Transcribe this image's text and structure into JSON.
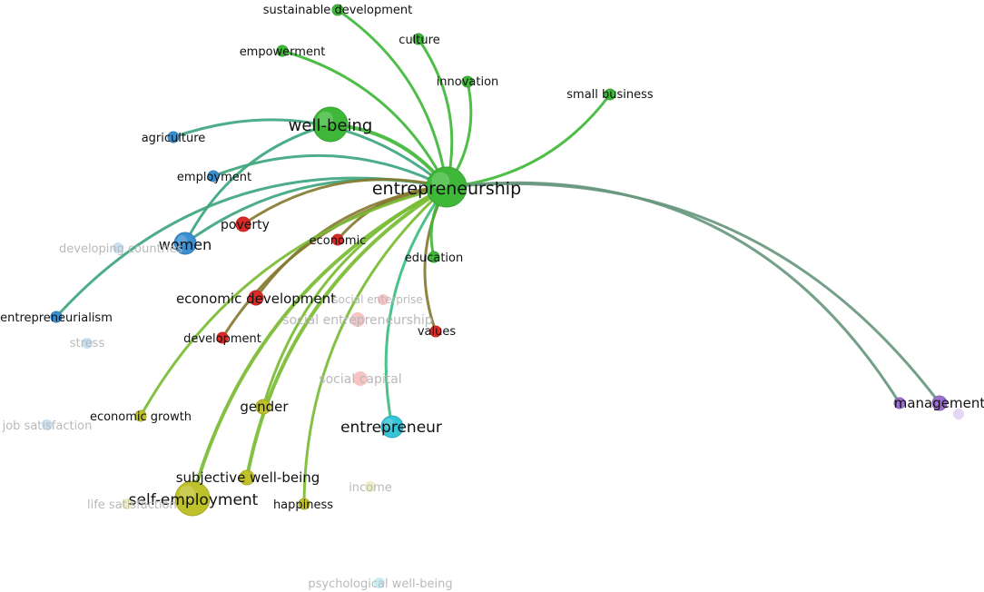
{
  "network": {
    "nodes": [
      {
        "id": "sustainable development",
        "label": "sustainable development",
        "cluster": "green",
        "weight": 1,
        "faded": false
      },
      {
        "id": "culture",
        "label": "culture",
        "cluster": "green",
        "weight": 1,
        "faded": false
      },
      {
        "id": "empowerment",
        "label": "empowerment",
        "cluster": "green",
        "weight": 1,
        "faded": false
      },
      {
        "id": "innovation",
        "label": "innovation",
        "cluster": "green",
        "weight": 1,
        "faded": false
      },
      {
        "id": "small business",
        "label": "small business",
        "cluster": "green",
        "weight": 1,
        "faded": false
      },
      {
        "id": "well-being",
        "label": "well-being",
        "cluster": "green",
        "weight": 4,
        "faded": false
      },
      {
        "id": "entrepreneurship",
        "label": "entrepreneurship",
        "cluster": "green",
        "weight": 5,
        "faded": false
      },
      {
        "id": "education",
        "label": "education",
        "cluster": "green",
        "weight": 1,
        "faded": false
      },
      {
        "id": "agriculture",
        "label": "agriculture",
        "cluster": "blue",
        "weight": 1,
        "faded": false
      },
      {
        "id": "employment",
        "label": "employment",
        "cluster": "blue",
        "weight": 1,
        "faded": false
      },
      {
        "id": "women",
        "label": "women",
        "cluster": "blue",
        "weight": 3,
        "faded": false
      },
      {
        "id": "entrepreneurialism",
        "label": "entrepreneurialism",
        "cluster": "blue",
        "weight": 1,
        "faded": false
      },
      {
        "id": "developing countries",
        "label": "developing countries",
        "cluster": "blue",
        "weight": 1,
        "faded": true
      },
      {
        "id": "stress",
        "label": "stress",
        "cluster": "blue",
        "weight": 1,
        "faded": true
      },
      {
        "id": "job satisfaction",
        "label": "job satisfaction",
        "cluster": "blue",
        "weight": 1,
        "faded": true
      },
      {
        "id": "poverty",
        "label": "poverty",
        "cluster": "red",
        "weight": 2,
        "faded": false
      },
      {
        "id": "economic",
        "label": "economic",
        "cluster": "red",
        "weight": 1,
        "faded": false
      },
      {
        "id": "economic development",
        "label": "economic development",
        "cluster": "red",
        "weight": 2,
        "faded": false
      },
      {
        "id": "development",
        "label": "development",
        "cluster": "red",
        "weight": 1,
        "faded": false
      },
      {
        "id": "values",
        "label": "values",
        "cluster": "red",
        "weight": 1,
        "faded": false
      },
      {
        "id": "social enterprise",
        "label": "social enterprise",
        "cluster": "red",
        "weight": 1,
        "faded": true
      },
      {
        "id": "social entrepreneurship",
        "label": "social entrepreneurship",
        "cluster": "red",
        "weight": 2,
        "faded": true
      },
      {
        "id": "social capital",
        "label": "social capital",
        "cluster": "red",
        "weight": 2,
        "faded": true
      },
      {
        "id": "gender",
        "label": "gender",
        "cluster": "yellow",
        "weight": 2,
        "faded": false
      },
      {
        "id": "economic growth",
        "label": "economic growth",
        "cluster": "yellow",
        "weight": 1,
        "faded": false
      },
      {
        "id": "subjective well-being",
        "label": "subjective well-being",
        "cluster": "yellow",
        "weight": 2,
        "faded": false
      },
      {
        "id": "self-employment",
        "label": "self-employment",
        "cluster": "yellow",
        "weight": 4,
        "faded": false
      },
      {
        "id": "happiness",
        "label": "happiness",
        "cluster": "yellow",
        "weight": 1,
        "faded": false
      },
      {
        "id": "life satisfaction",
        "label": "life satisfaction",
        "cluster": "yellow",
        "weight": 1,
        "faded": true
      },
      {
        "id": "income",
        "label": "income",
        "cluster": "yellow",
        "weight": 1,
        "faded": true
      },
      {
        "id": "entrepreneur",
        "label": "entrepreneur",
        "cluster": "cyan",
        "weight": 3,
        "faded": false
      },
      {
        "id": "psychological well-being",
        "label": "psychological well-being",
        "cluster": "cyan",
        "weight": 1,
        "faded": true
      },
      {
        "id": "management",
        "label": "management",
        "cluster": "purple",
        "weight": 2,
        "faded": false
      },
      {
        "id": "management-b",
        "label": "",
        "cluster": "purple",
        "weight": 1,
        "faded": false
      },
      {
        "id": "management-c",
        "label": "",
        "cluster": "purple",
        "weight": 1,
        "faded": true
      }
    ],
    "links": [
      {
        "source": "entrepreneurship",
        "target": "sustainable development",
        "strength": 3
      },
      {
        "source": "entrepreneurship",
        "target": "culture",
        "strength": 3
      },
      {
        "source": "entrepreneurship",
        "target": "empowerment",
        "strength": 3
      },
      {
        "source": "entrepreneurship",
        "target": "innovation",
        "strength": 3
      },
      {
        "source": "entrepreneurship",
        "target": "small business",
        "strength": 3
      },
      {
        "source": "entrepreneurship",
        "target": "well-being",
        "strength": 4
      },
      {
        "source": "entrepreneurship",
        "target": "agriculture",
        "strength": 3
      },
      {
        "source": "entrepreneurship",
        "target": "employment",
        "strength": 3
      },
      {
        "source": "entrepreneurship",
        "target": "women",
        "strength": 3
      },
      {
        "source": "entrepreneurship",
        "target": "entrepreneurialism",
        "strength": 3
      },
      {
        "source": "entrepreneurship",
        "target": "poverty",
        "strength": 3
      },
      {
        "source": "entrepreneurship",
        "target": "economic",
        "strength": 3
      },
      {
        "source": "entrepreneurship",
        "target": "economic development",
        "strength": 3
      },
      {
        "source": "entrepreneurship",
        "target": "development",
        "strength": 3
      },
      {
        "source": "entrepreneurship",
        "target": "values",
        "strength": 3
      },
      {
        "source": "entrepreneurship",
        "target": "education",
        "strength": 3
      },
      {
        "source": "entrepreneurship",
        "target": "gender",
        "strength": 3
      },
      {
        "source": "entrepreneurship",
        "target": "economic growth",
        "strength": 3
      },
      {
        "source": "entrepreneurship",
        "target": "subjective well-being",
        "strength": 4
      },
      {
        "source": "entrepreneurship",
        "target": "self-employment",
        "strength": 4
      },
      {
        "source": "entrepreneurship",
        "target": "happiness",
        "strength": 3
      },
      {
        "source": "entrepreneurship",
        "target": "entrepreneur",
        "strength": 3
      },
      {
        "source": "entrepreneurship",
        "target": "management",
        "strength": 3
      },
      {
        "source": "entrepreneurship",
        "target": "management-b",
        "strength": 3
      },
      {
        "source": "well-being",
        "target": "women",
        "strength": 2
      },
      {
        "source": "well-being",
        "target": "self-employment",
        "strength": 1
      },
      {
        "source": "women",
        "target": "self-employment",
        "strength": 1
      },
      {
        "source": "women",
        "target": "gender",
        "strength": 1
      },
      {
        "source": "poverty",
        "target": "development",
        "strength": 1
      },
      {
        "source": "economic development",
        "target": "gender",
        "strength": 1
      },
      {
        "source": "economic growth",
        "target": "self-employment",
        "strength": 1
      },
      {
        "source": "subjective well-being",
        "target": "self-employment",
        "strength": 1
      },
      {
        "source": "job satisfaction",
        "target": "self-employment",
        "strength": 1
      },
      {
        "source": "stress",
        "target": "life satisfaction",
        "strength": 1
      },
      {
        "source": "entrepreneur",
        "target": "psychological well-being",
        "strength": 1
      },
      {
        "source": "entrepreneur",
        "target": "income",
        "strength": 1
      },
      {
        "source": "entrepreneur",
        "target": "management-c",
        "strength": 1
      },
      {
        "source": "social capital",
        "target": "self-employment",
        "strength": 1
      },
      {
        "source": "social entrepreneurship",
        "target": "development",
        "strength": 1
      },
      {
        "source": "agriculture",
        "target": "job satisfaction",
        "strength": 1
      },
      {
        "source": "empowerment",
        "target": "women",
        "strength": 1
      },
      {
        "source": "developing countries",
        "target": "entrepreneurialism",
        "strength": 1
      }
    ],
    "cluster_colors": {
      "green": "#3fb83a",
      "blue": "#3a8fd0",
      "red": "#dc2b27",
      "yellow": "#bfc12a",
      "cyan": "#35c4d8",
      "purple": "#9b6fd0"
    }
  }
}
